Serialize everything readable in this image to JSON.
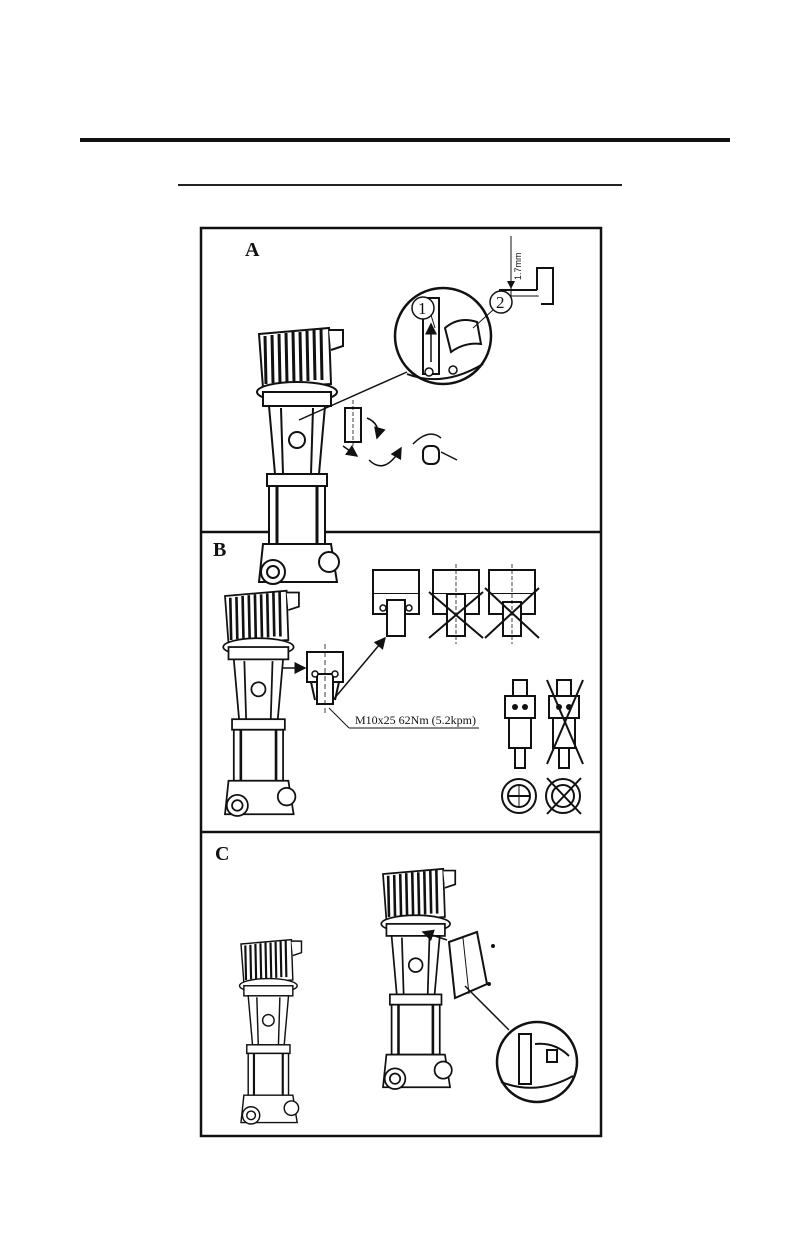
{
  "figure": {
    "panels": [
      {
        "label": "A",
        "dimension": "1.7mm",
        "callouts": [
          "1",
          "2"
        ]
      },
      {
        "label": "B",
        "bolt_spec": "M10x25  62Nm  (5.2kpm)"
      },
      {
        "label": "C"
      }
    ]
  },
  "icons": [
    "pump-drawing",
    "coupling-drawing",
    "cross-mark",
    "magnifier-circle",
    "arrow"
  ]
}
